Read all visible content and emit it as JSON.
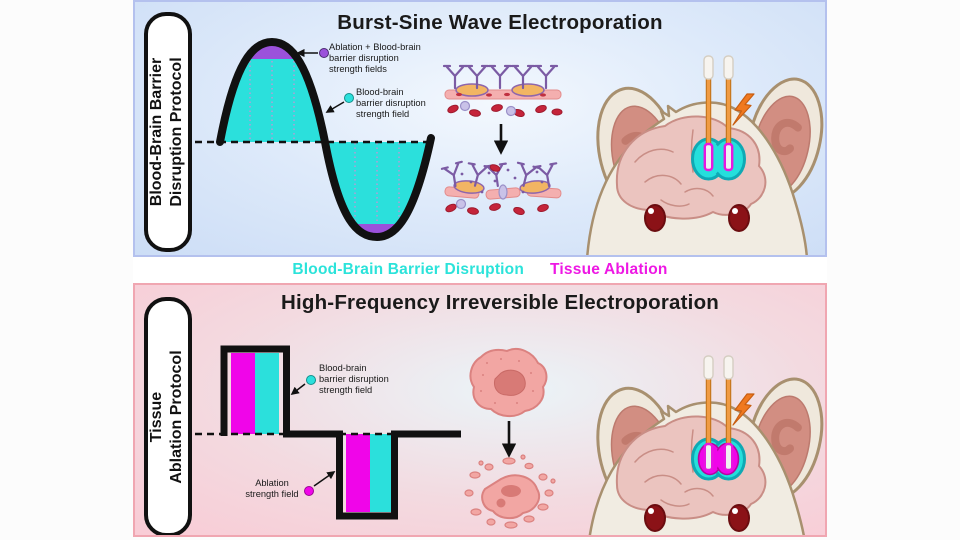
{
  "legend": {
    "bbb": "Blood-Brain Barrier Disruption",
    "ablation": "Tissue Ablation"
  },
  "top_panel": {
    "title": "Burst-Sine Wave Electroporation",
    "side_label": [
      "Blood-Brain Barrier",
      "Disruption Protocol"
    ],
    "combo_annotation": [
      "Ablation + Blood-brain",
      "barrier disruption",
      "strength fields"
    ],
    "bbb_annotation": [
      "Blood-brain",
      "barrier disruption",
      "strength field"
    ]
  },
  "bottom_panel": {
    "title": "High-Frequency Irreversible Electroporation",
    "side_label": [
      "Tissue",
      "Ablation Protocol"
    ],
    "bbb_annotation": [
      "Blood-brain",
      "barrier disruption",
      "strength field"
    ],
    "ablation_annotation": [
      "Ablation",
      "strength field"
    ]
  },
  "colors": {
    "bbb_cyan": "#2BE0DC",
    "ablation_magenta": "#F005E9",
    "combo_purple": "#9B51DB",
    "top_panel_bg": "#DCE8FA",
    "bottom_panel_bg": "#F8CDD7"
  }
}
